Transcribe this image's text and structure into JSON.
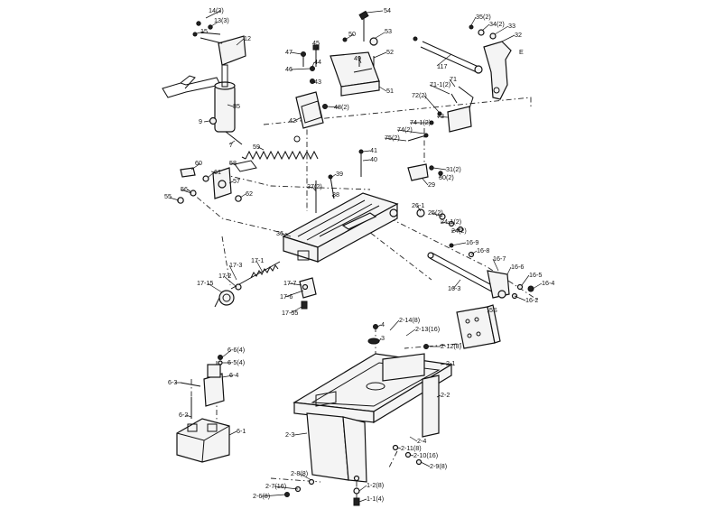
{
  "labels": {
    "p14_3": "14(3)",
    "p13_3": "13(3)",
    "p15": "15",
    "p12": "12",
    "p85": "85",
    "p9": "9",
    "p7": "7",
    "p59": "59",
    "p47": "47",
    "p45": "45",
    "p44": "44",
    "p46": "46",
    "p43": "43",
    "p42": "42",
    "p48_2": "48(2)",
    "p54": "54",
    "p50": "50",
    "p53": "53",
    "p49": "49",
    "p52": "52",
    "p51": "51",
    "p35_2": "35(2)",
    "p34_2": "34(2)",
    "p33": "33",
    "p32": "32",
    "pE": "E",
    "p117": "117",
    "p71": "71",
    "p71_1_2": "71-1(2)",
    "p72_2": "72(2)",
    "p73": "73",
    "p74_1_2": "74-1(2)",
    "p74_2": "74(2)",
    "p75_2": "75(2)",
    "p41": "41",
    "p40": "40",
    "p31_2": "31(2)",
    "p30_2": "30(2)",
    "p29": "29",
    "p60": "60",
    "p58": "58",
    "p61": "61",
    "p57": "57",
    "p56": "56",
    "p55": "55",
    "p62": "62",
    "p39": "39",
    "p37_2": "37(2)",
    "p38": "38",
    "p36": "36",
    "p26_1": "26-1",
    "p25_2": "25(2)",
    "p24_1_2": "24-1(2)",
    "p24_2": "24(2)",
    "p16_9": "16-9",
    "p16_8": "16-8",
    "p16_7": "16-7",
    "p16_6": "16-6",
    "p16_5": "16-5",
    "p16_4": "16-4",
    "p16_3": "16-3",
    "p16_2": "16-2",
    "p17_3": "17-3",
    "p17_1": "17-1",
    "p17_2": "17-2",
    "p17_15": "17-15",
    "p17_7": "17-7",
    "p17_6": "17-6",
    "p17_55": "17-55",
    "p5S": "5S",
    "p4": "4",
    "p3": "3",
    "p2_14_8": "2-14(8)",
    "p2_13_16": "2-13(16)",
    "p2_12_8": "2-12(8)",
    "p2_1": "2-1",
    "p2_2": "2-2",
    "p2_3": "2-3",
    "p2_4": "2-4",
    "p2_11_8": "2-11(8)",
    "p2_10_16": "2-10(16)",
    "p2_9_8": "2-9(8)",
    "p2_8_8": "2-8(8)",
    "p2_7_16": "2-7(16)",
    "p2_6_8": "2-6(8)",
    "p1_2_8": "1-2(8)",
    "p1_1_4": "1-1(4)",
    "p6_6_4": "6-6(4)",
    "p6_5_4": "6-5(4)",
    "p6_4": "6-4",
    "p6_3": "6-3",
    "p6_2": "6-2",
    "p6_1": "6-1"
  }
}
